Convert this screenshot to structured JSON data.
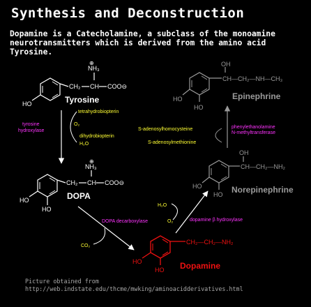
{
  "title": "Synthesis and Deconstruction",
  "subtitle": "Dopamine is a Catecholamine, a subclass of the monoamine neurotransmitters which is derived from the amino acid Tyrosine.",
  "colors": {
    "background": "#000000",
    "text": "#ffffff",
    "enzyme": "#ff33ff",
    "cofactor": "#ffff33",
    "dopamine": "#ee1111",
    "faded": "#9a9a9a",
    "credit": "#a8a8a8"
  },
  "molecules": {
    "tyrosine": {
      "name": "Tyrosine",
      "charge": "⊕",
      "amine": "NH₃",
      "chain_ch2": "CH₂",
      "chain_ch": "CH",
      "carboxylate": "COO⊖",
      "hydroxyl": "HO"
    },
    "dopa": {
      "name": "DOPA",
      "charge": "⊕",
      "amine": "NH₃",
      "chain_ch2": "CH₂",
      "chain_ch": "CH",
      "carboxylate": "COO⊖",
      "hydroxyl_1": "HO",
      "hydroxyl_2": "HO"
    },
    "dopamine": {
      "name": "Dopamine",
      "chain": "CH₂—CH₂—NH₂",
      "hydroxyl_1": "HO",
      "hydroxyl_2": "HO"
    },
    "norepinephrine": {
      "name": "Norepinephrine",
      "oh": "OH",
      "chain": "CH—CH₂—NH₂",
      "hydroxyl_1": "HO",
      "hydroxyl_2": "HO"
    },
    "epinephrine": {
      "name": "Epinephrine",
      "oh": "OH",
      "chain": "CH—CH₂—NH—CH₃",
      "hydroxyl_1": "HO",
      "hydroxyl_2": "HO"
    }
  },
  "enzymes": {
    "tyrosine_hydroxylase_line1": "tyrosine",
    "tyrosine_hydroxylase_line2": "hydroxylase",
    "dopa_decarboxylase": "DOPA decarboxylase",
    "dopamine_b_hydroxylase": "dopamine β hydroxylase",
    "pnmt_line1": "phenylethanolamine",
    "pnmt_line2": "N-methyltransferase"
  },
  "cofactors": {
    "tetrahydrobiopterin": "tetrahydrobiopterin",
    "o2_step1": "O₂",
    "dihydrobiopterin": "dihydrobiopterin",
    "h2o_step1": "H₂O",
    "co2": "CO₂",
    "h2o_step3": "H₂O",
    "o2_step3": "O₂",
    "s_adenosylhomocysteine": "S-adenosylhomocysteine",
    "s_adenosylmethionine": "S-adenosylmethionine"
  },
  "credit": {
    "line1": "Picture obtained from",
    "line2": "http://web.indstate.edu/thcme/mwking/aminoacidderivatives.html"
  }
}
